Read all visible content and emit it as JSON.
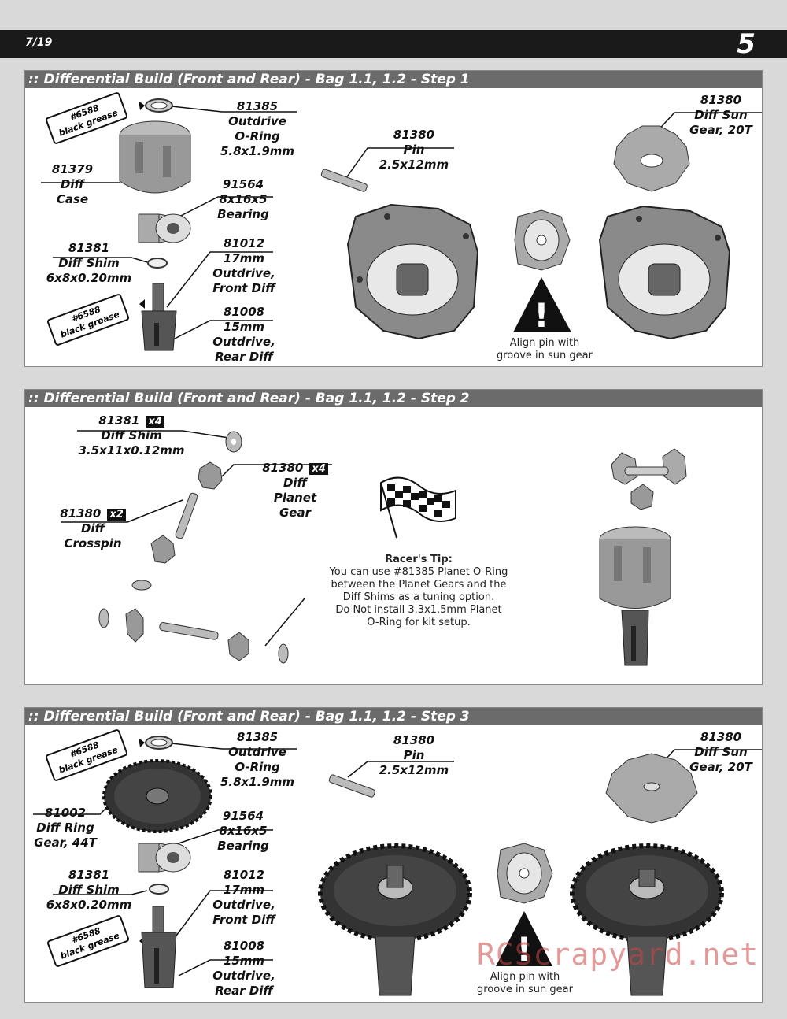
{
  "header": {
    "date": "7/19",
    "page_number": "5"
  },
  "step1": {
    "title": ":: Differential Build (Front and Rear) - Bag 1.1, 1.2 - Step 1",
    "grease_top": {
      "num": "#6588",
      "text": "black grease"
    },
    "grease_bottom": {
      "num": "#6588",
      "text": "black grease"
    },
    "oring": {
      "num": "81385",
      "l1": "Outdrive",
      "l2": "O-Ring",
      "l3": "5.8x1.9mm"
    },
    "diff_case": {
      "num": "81379",
      "l1": "Diff",
      "l2": "Case"
    },
    "bearing": {
      "num": "91564",
      "l1": "8x16x5",
      "l2": "Bearing"
    },
    "shim": {
      "num": "81381",
      "l1": "Diff Shim",
      "l2": "6x8x0.20mm"
    },
    "outdrive17": {
      "num": "81012",
      "l1": "17mm",
      "l2": "Outdrive,",
      "l3": "Front Diff"
    },
    "outdrive15": {
      "num": "81008",
      "l1": "15mm",
      "l2": "Outdrive,",
      "l3": "Rear Diff"
    },
    "pin": {
      "num": "81380",
      "l1": "Pin",
      "l2": "2.5x12mm"
    },
    "sun_gear": {
      "num": "81380",
      "l1": "Diff Sun",
      "l2": "Gear, 20T"
    },
    "warning": {
      "l1": "Align pin with",
      "l2": "groove in sun gear"
    }
  },
  "step2": {
    "title": ":: Differential Build (Front and Rear) - Bag 1.1, 1.2 - Step 2",
    "shim": {
      "num": "81381",
      "qty": "x4",
      "l1": "Diff Shim",
      "l2": "3.5x11x0.12mm"
    },
    "planet": {
      "num": "81380",
      "qty": "x4",
      "l1": "Diff",
      "l2": "Planet",
      "l3": "Gear"
    },
    "crosspin": {
      "num": "81380",
      "qty": "x2",
      "l1": "Diff",
      "l2": "Crosspin"
    },
    "tip": {
      "title": "Racer's Tip:",
      "l1": "You can use #81385 Planet O-Ring",
      "l2": "between the Planet Gears and the",
      "l3": "Diff Shims as a tuning option.",
      "l4": "Do Not install 3.3x1.5mm Planet",
      "l5": "O-Ring for kit setup."
    }
  },
  "step3": {
    "title": ":: Differential Build (Front and Rear) - Bag 1.1, 1.2 - Step 3",
    "grease_top": {
      "num": "#6588",
      "text": "black grease"
    },
    "grease_bottom": {
      "num": "#6588",
      "text": "black grease"
    },
    "oring": {
      "num": "81385",
      "l1": "Outdrive",
      "l2": "O-Ring",
      "l3": "5.8x1.9mm"
    },
    "ring_gear": {
      "num": "81002",
      "l1": "Diff Ring",
      "l2": "Gear, 44T"
    },
    "bearing": {
      "num": "91564",
      "l1": "8x16x5",
      "l2": "Bearing"
    },
    "shim": {
      "num": "81381",
      "l1": "Diff Shim",
      "l2": "6x8x0.20mm"
    },
    "outdrive17": {
      "num": "81012",
      "l1": "17mm",
      "l2": "Outdrive,",
      "l3": "Front Diff"
    },
    "outdrive15": {
      "num": "81008",
      "l1": "15mm",
      "l2": "Outdrive,",
      "l3": "Rear Diff"
    },
    "pin": {
      "num": "81380",
      "l1": "Pin",
      "l2": "2.5x12mm"
    },
    "sun_gear": {
      "num": "81380",
      "l1": "Diff Sun",
      "l2": "Gear, 20T"
    },
    "warning": {
      "l1": "Align pin with",
      "l2": "groove in sun gear"
    }
  },
  "watermark": "RCScrapyard.net"
}
